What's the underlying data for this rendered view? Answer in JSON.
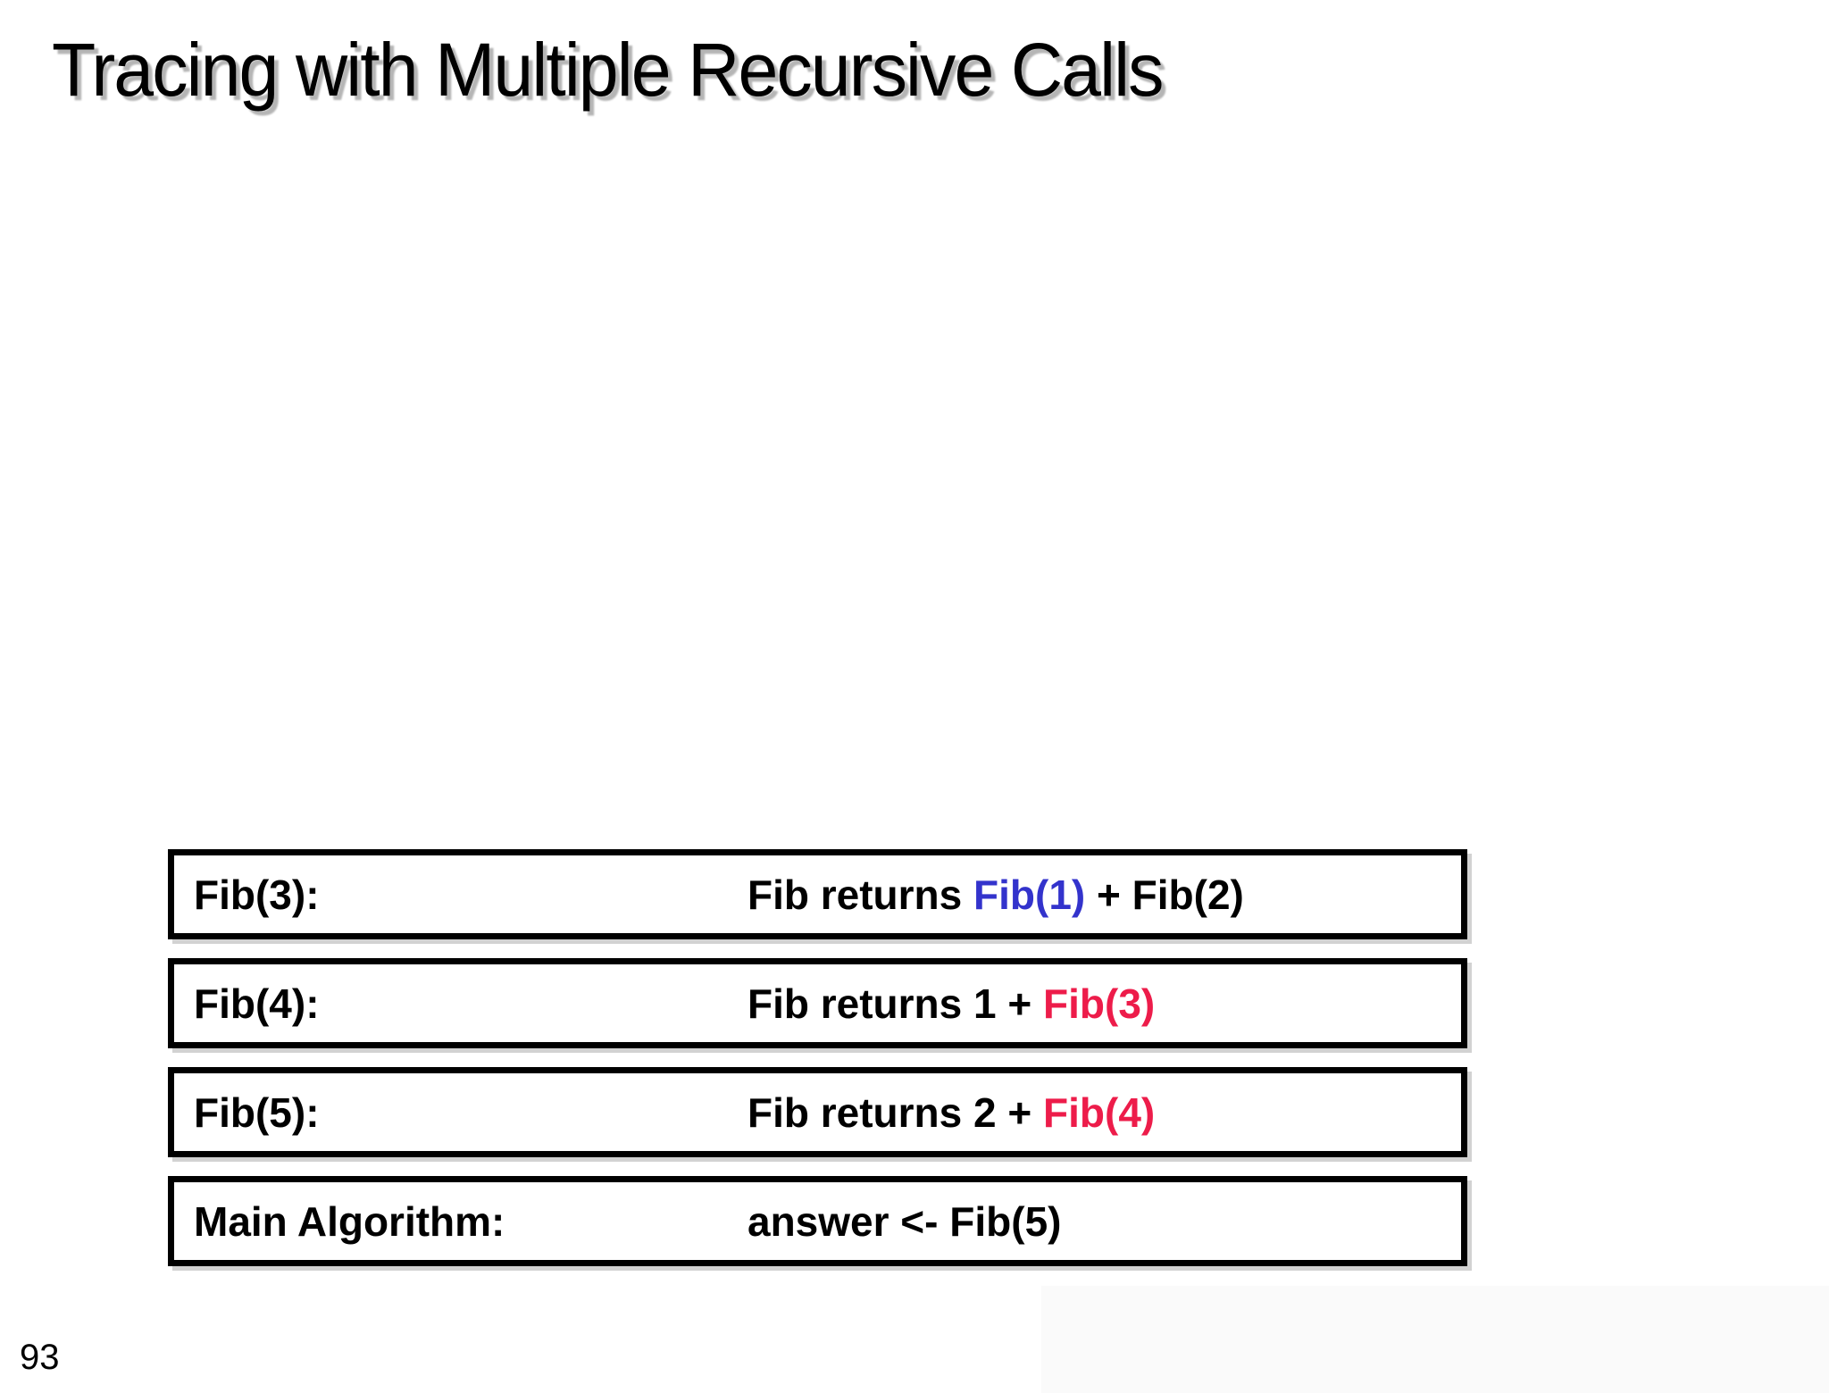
{
  "title": "Tracing with Multiple Recursive Calls",
  "page_number": "93",
  "colors": {
    "black": "#000000",
    "blue": "#3333cc",
    "red": "#ed1c4a",
    "box_border": "#000000",
    "box_shadow": "#d2d2d2",
    "background": "#ffffff",
    "background_tint": "#fafafa"
  },
  "stack": {
    "rows": [
      {
        "label": "Fib(3):",
        "expression": [
          {
            "text": "Fib returns ",
            "color": "black"
          },
          {
            "text": "Fib(1)",
            "color": "blue"
          },
          {
            "text": " + Fib(2)",
            "color": "black"
          }
        ]
      },
      {
        "label": "Fib(4):",
        "expression": [
          {
            "text": "Fib returns 1 + ",
            "color": "black"
          },
          {
            "text": "Fib(3)",
            "color": "red"
          }
        ]
      },
      {
        "label": "Fib(5):",
        "expression": [
          {
            "text": "Fib returns 2 + ",
            "color": "black"
          },
          {
            "text": "Fib(4)",
            "color": "red"
          }
        ]
      },
      {
        "label": "Main Algorithm:",
        "expression": [
          {
            "text": "answer <- Fib(5)",
            "color": "black"
          }
        ]
      }
    ]
  }
}
